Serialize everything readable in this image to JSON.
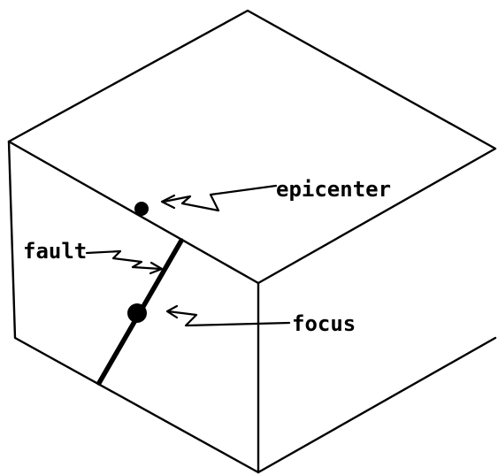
{
  "labels": {
    "epicenter": "epicenter",
    "fault": "fault",
    "focus": "focus"
  }
}
